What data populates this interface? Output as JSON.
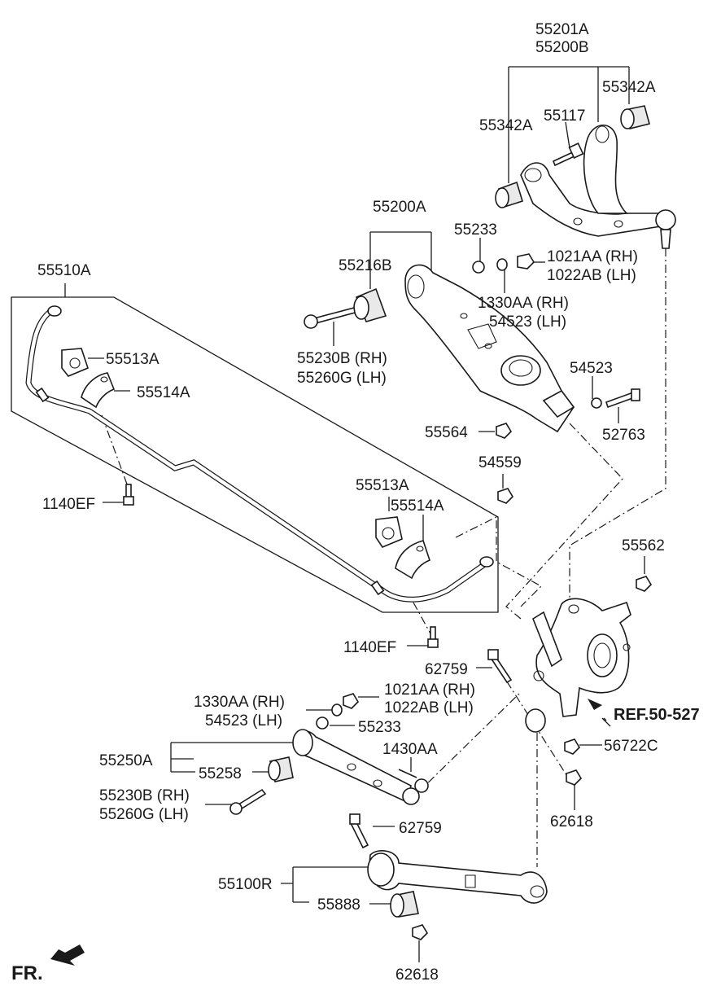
{
  "labels": {
    "l55201A": "55201A",
    "l55200B": "55200B",
    "l55342A_r": "55342A",
    "l55342A_l": "55342A",
    "l55117": "55117",
    "l55200A": "55200A",
    "l55233_top": "55233",
    "l1021AA_top": "1021AA (RH)",
    "l1022AB_top": "1022AB (LH)",
    "l55216B": "55216B",
    "l1330AA_top": "1330AA (RH)",
    "l54523_top": "54523 (LH)",
    "l55230B_top": "55230B (RH)",
    "l55260G_top": "55260G (LH)",
    "l54523_r": "54523",
    "l52763": "52763",
    "l55564": "55564",
    "l55510A": "55510A",
    "l55513A_1": "55513A",
    "l55514A_1": "55514A",
    "l1140EF_1": "1140EF",
    "l54559": "54559",
    "l55513A_2": "55513A",
    "l55514A_2": "55514A",
    "l55562": "55562",
    "l1140EF_2": "1140EF",
    "l62759_1": "62759",
    "l1021AA_mid": "1021AA (RH)",
    "l1022AB_mid": "1022AB (LH)",
    "l1330AA_mid": "1330AA (RH)",
    "l54523_mid": "54523 (LH)",
    "l55233_mid": "55233",
    "lREF": "REF.50-527",
    "l56722C": "56722C",
    "l1430AA": "1430AA",
    "l55250A": "55250A",
    "l55258": "55258",
    "l55230B_bot": "55230B (RH)",
    "l55260G_bot": "55260G (LH)",
    "l62618_1": "62618",
    "l62759_2": "62759",
    "l55100R": "55100R",
    "l55888": "55888",
    "l62618_2": "62618",
    "lFR": "FR."
  }
}
